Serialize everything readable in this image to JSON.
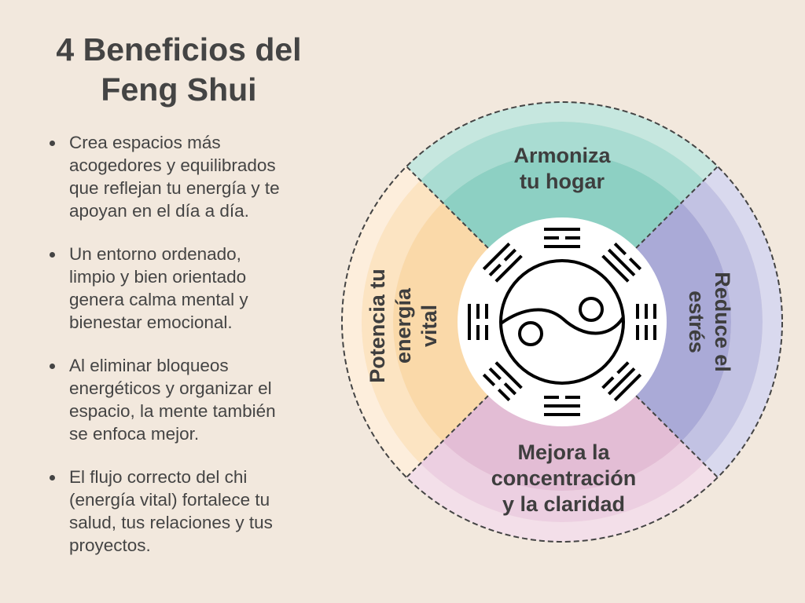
{
  "title": {
    "lines": [
      "4 Beneficios del",
      "Feng Shui"
    ]
  },
  "bullets": [
    {
      "lines": [
        " Crea espacios más",
        "acogedores y equilibrados",
        "que reflejan tu energía y te",
        "apoyan en el día a día."
      ]
    },
    {
      "lines": [
        " Un entorno ordenado,",
        "limpio y bien orientado",
        "genera calma mental y",
        "bienestar emocional."
      ]
    },
    {
      "lines": [
        "Al eliminar bloqueos",
        "energéticos y organizar el",
        "espacio, la mente también",
        "se enfoca mejor."
      ]
    },
    {
      "lines": [
        " El flujo correcto del chi",
        "(energía vital) fortalece tu",
        "salud, tus relaciones y tus",
        "proyectos."
      ]
    }
  ],
  "wheel": {
    "center_icon": "bagua-yin-yang-icon",
    "sectors": [
      {
        "id": "top",
        "lines": [
          "Armoniza",
          "tu hogar"
        ],
        "colors": [
          "#c6e7df",
          "#a9dcd2",
          "#8dd0c3"
        ]
      },
      {
        "id": "right",
        "lines": [
          "Reduce el",
          "estrés"
        ],
        "colors": [
          "#d9d9ee",
          "#c2c2e3",
          "#aaaad7"
        ]
      },
      {
        "id": "bottom",
        "lines": [
          "Mejora la",
          "concentración",
          "y la claridad"
        ],
        "colors": [
          "#f3dfe9",
          "#eccfe1",
          "#e3bdd5"
        ]
      },
      {
        "id": "left",
        "lines": [
          "Potencia tu",
          "energía",
          "vital"
        ],
        "colors": [
          "#fdeedc",
          "#fce4c2",
          "#fad9a9"
        ]
      }
    ]
  }
}
